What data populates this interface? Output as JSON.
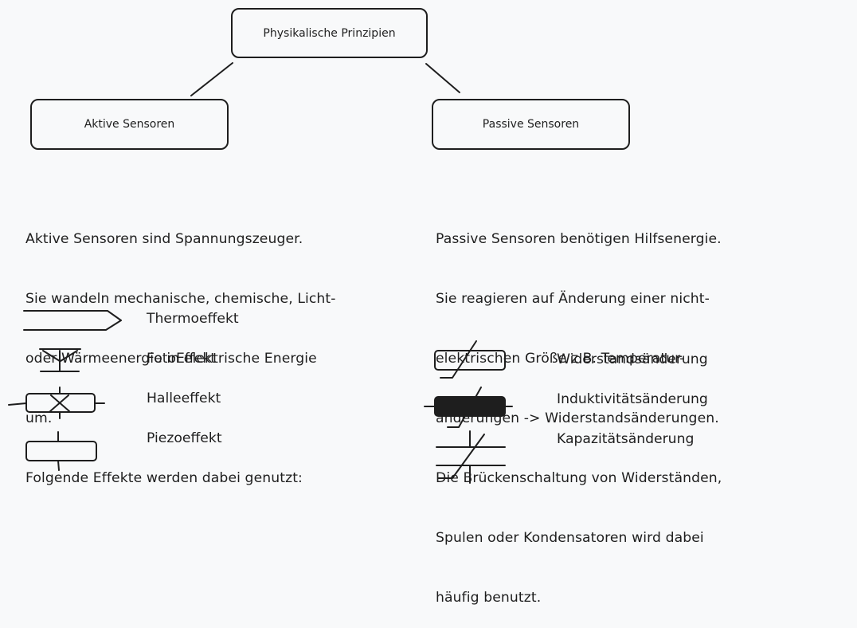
{
  "root": {
    "label": "Physikalische Prinzipien"
  },
  "branches": {
    "active": {
      "label": "Aktive Sensoren"
    },
    "passive": {
      "label": "Passive Sensoren"
    }
  },
  "active_text": [
    "Aktive Sensoren sind Spannungszeuger.",
    "Sie wandeln mechanische, chemische, Licht-",
    "oder Wärmeenergie in elektrische Energie",
    "um.",
    "Folgende Effekte werden dabei genutzt:"
  ],
  "passive_text": [
    "Passive Sensoren benötigen Hilfsenergie.",
    "Sie reagieren auf Änderung einer nicht-",
    "elektrischen Größe z.B. Temperatur-",
    "änderungen -> Widerstandsänderungen.",
    "Die Brückenschaltung von Widerständen,",
    "Spulen oder Kondensatoren wird dabei",
    "häufig benutzt."
  ],
  "active_effects": [
    {
      "label": "Thermoeffekt",
      "icon": "thermo-arrow-icon"
    },
    {
      "label": "FotoEffekt",
      "icon": "photo-antenna-icon"
    },
    {
      "label": "Halleeffekt",
      "icon": "hall-cross-icon"
    },
    {
      "label": "Piezoeffekt",
      "icon": "piezo-box-icon"
    }
  ],
  "passive_effects": [
    {
      "label": "Widerstandsänderung",
      "icon": "variable-resistor-icon"
    },
    {
      "label": "Induktivitätsänderung",
      "icon": "variable-inductor-icon"
    },
    {
      "label": "Kapazitätsänderung",
      "icon": "variable-capacitor-icon"
    }
  ],
  "colors": {
    "stroke": "#1e1e1e",
    "background": "#f8f9fa"
  }
}
